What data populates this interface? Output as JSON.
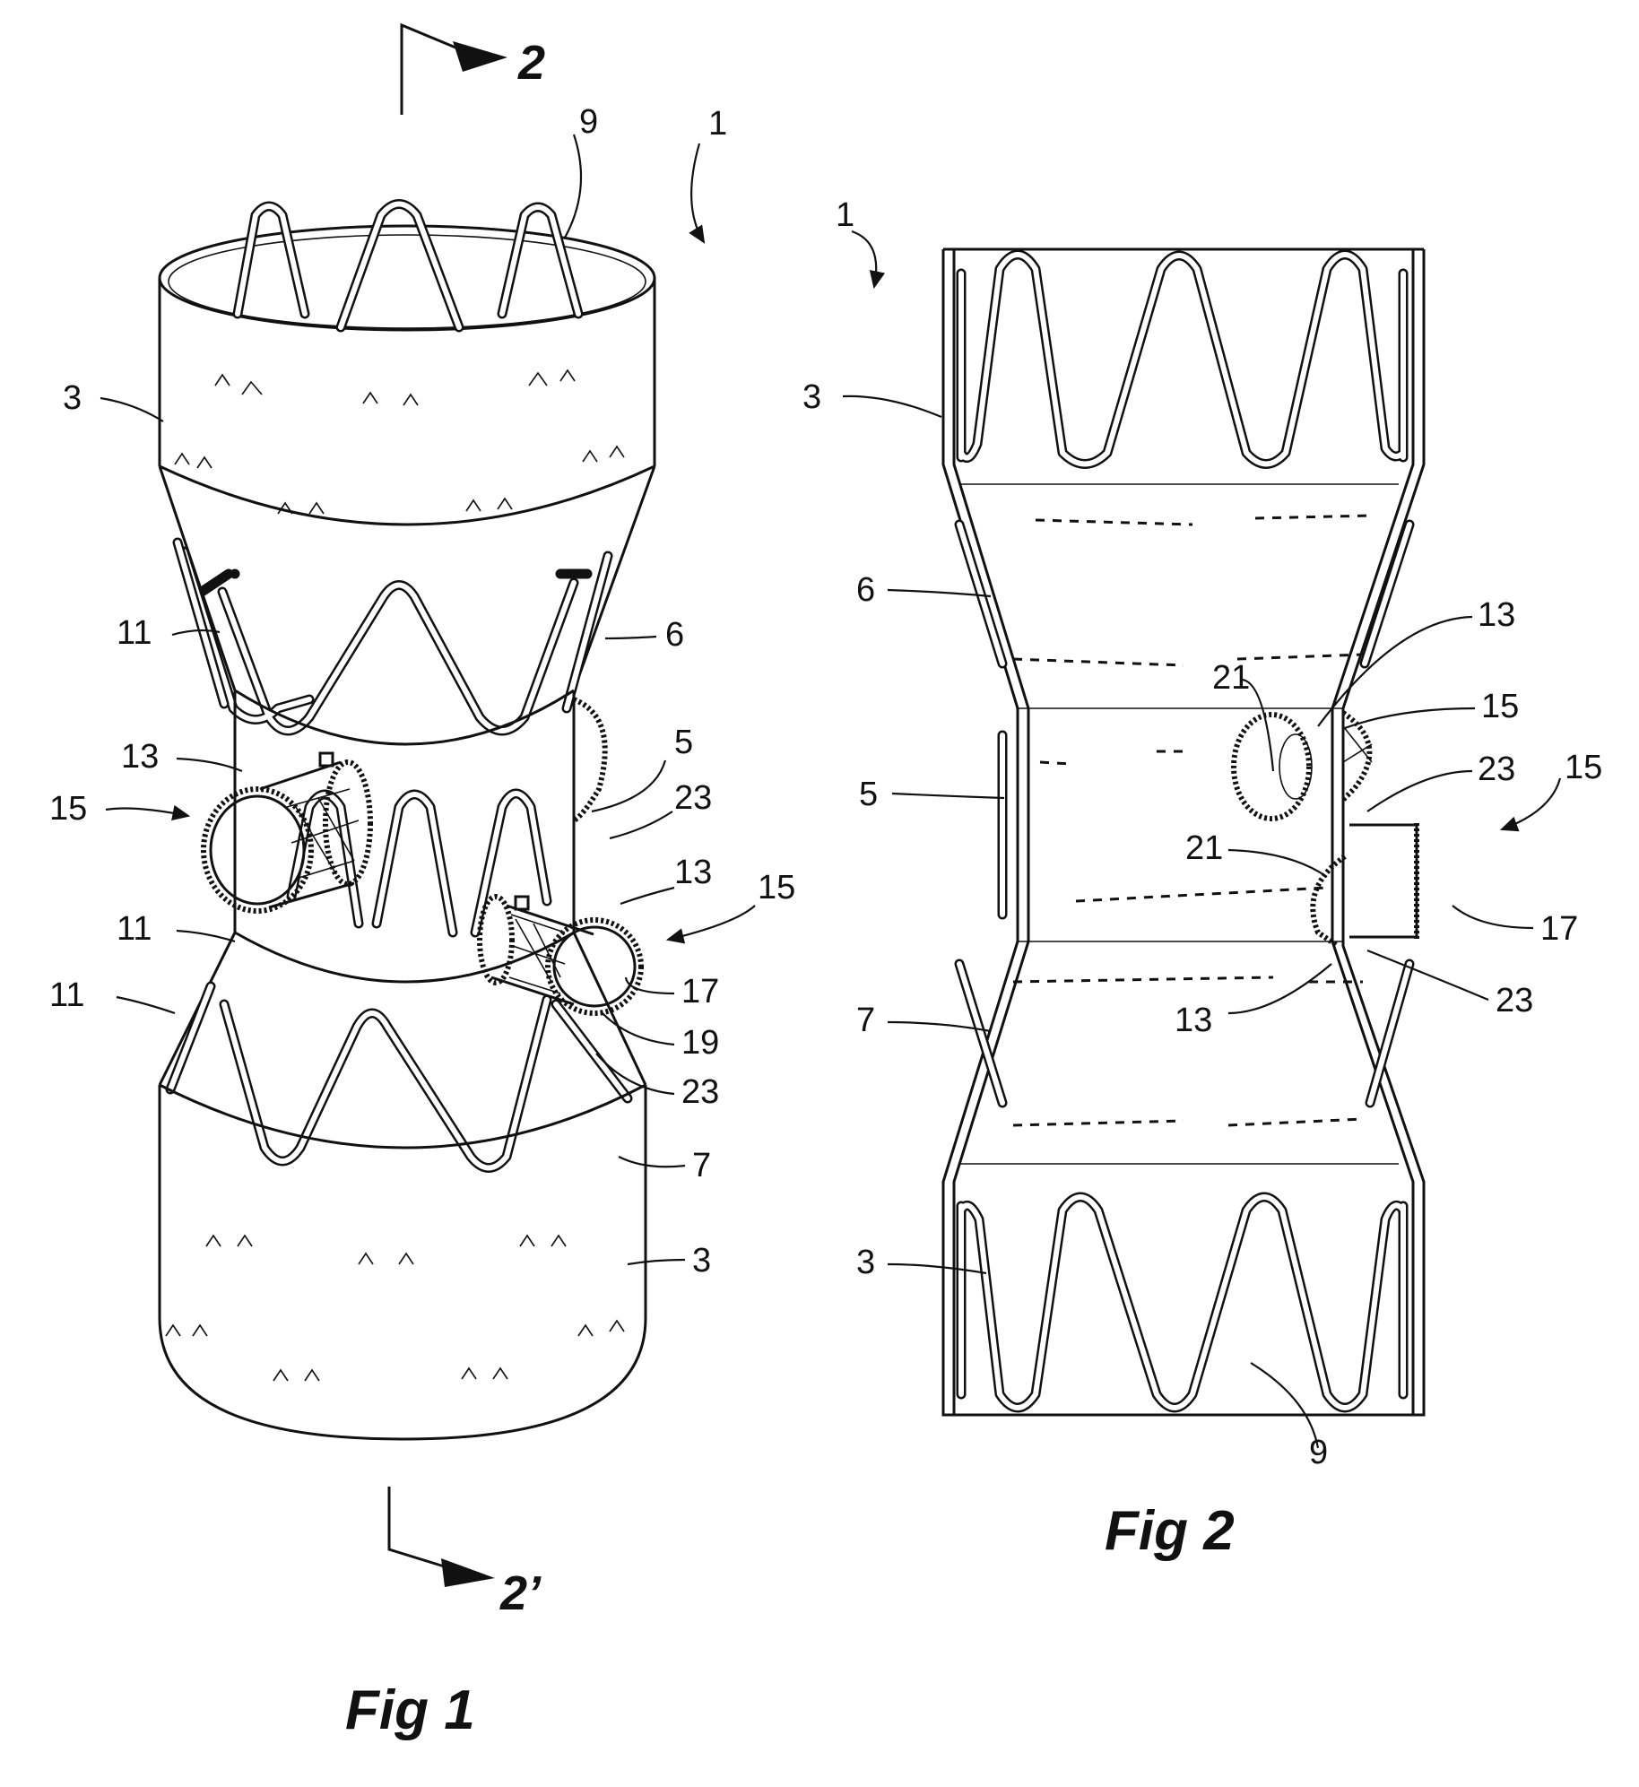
{
  "figures": [
    {
      "caption": "Fig 1",
      "section_arrows": [
        "2",
        "2’"
      ],
      "labels": [
        "1",
        "9",
        "3",
        "11",
        "6",
        "13",
        "5",
        "15",
        "23",
        "11",
        "13",
        "15",
        "11",
        "17",
        "19",
        "23",
        "7",
        "3"
      ]
    },
    {
      "caption": "Fig 2",
      "labels": [
        "1",
        "3",
        "6",
        "13",
        "21",
        "15",
        "23",
        "15",
        "5",
        "21",
        "17",
        "13",
        "23",
        "7",
        "3",
        "9"
      ]
    }
  ],
  "colors": {
    "ink": "#111111",
    "paper": "#ffffff"
  }
}
